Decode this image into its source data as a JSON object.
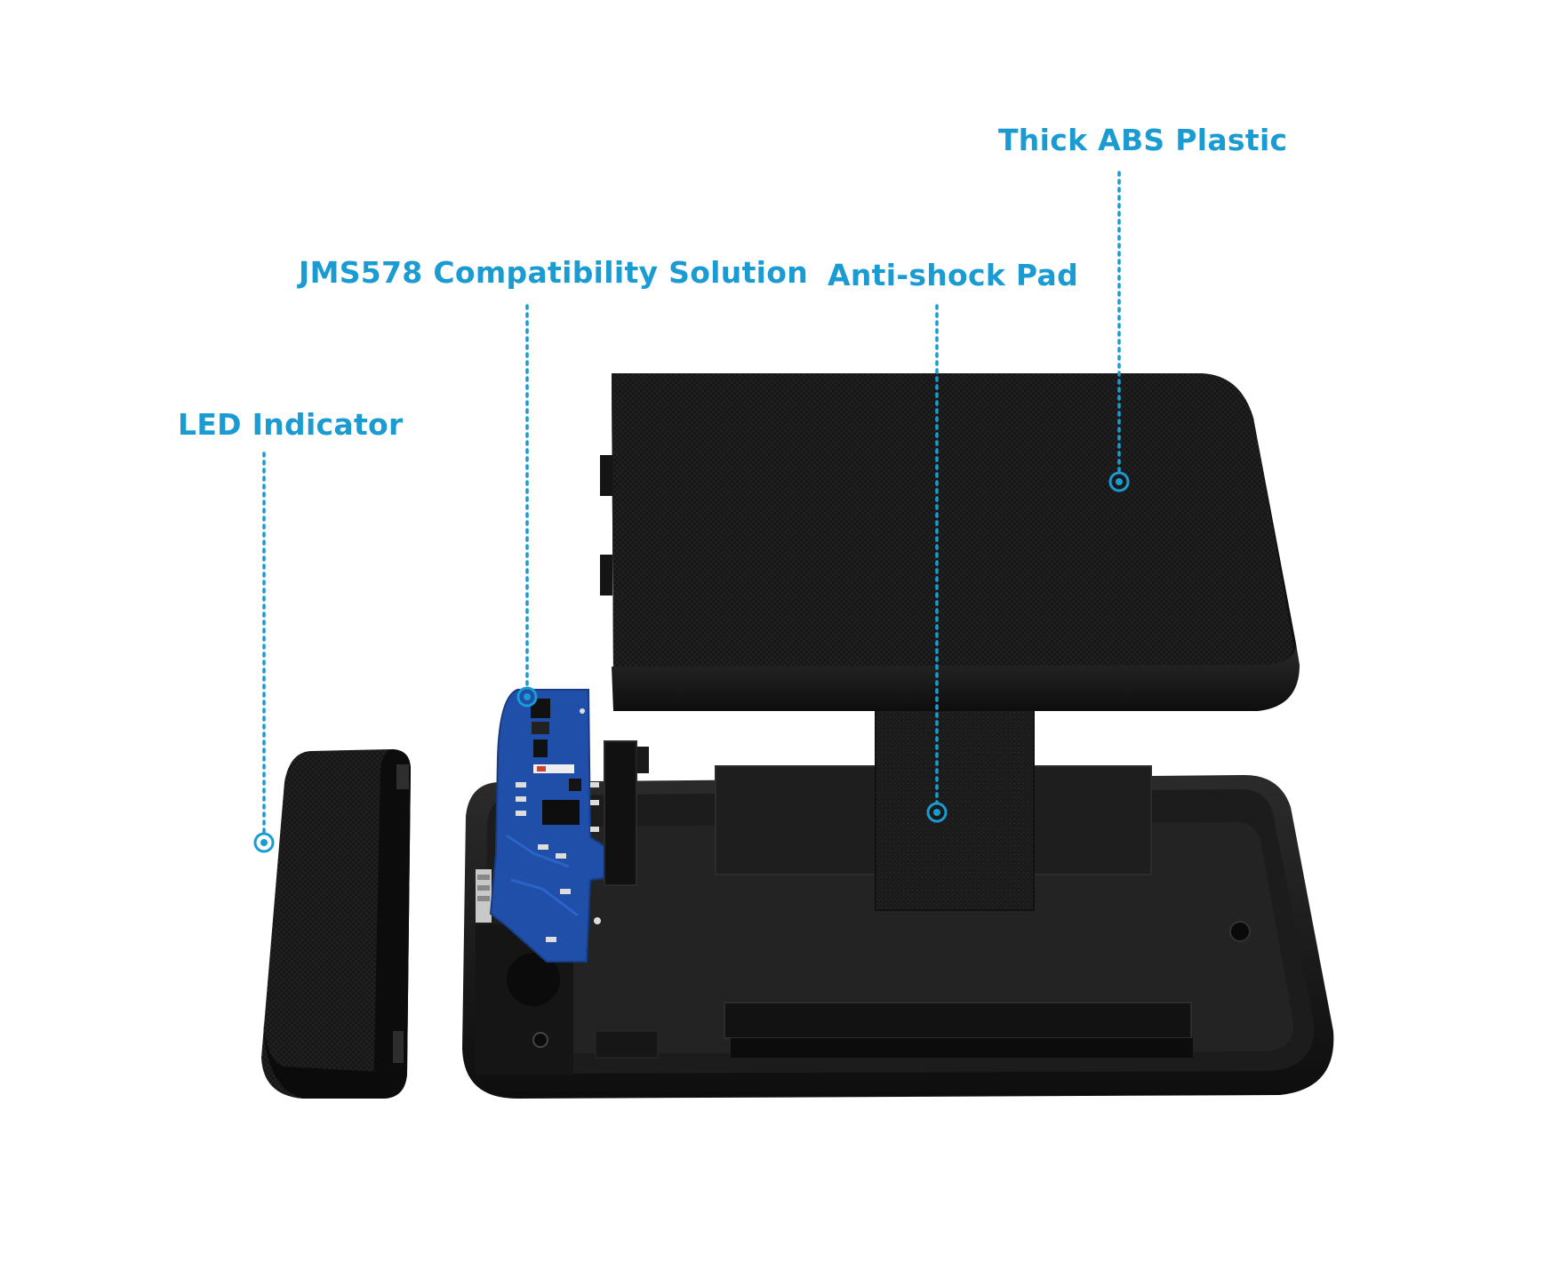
{
  "callouts": {
    "led": {
      "label": "LED Indicator"
    },
    "chipset": {
      "label": "JMS578 Compatibility Solution"
    },
    "pad": {
      "label": "Anti-shock Pad"
    },
    "shell": {
      "label": "Thick ABS Plastic"
    }
  },
  "colors": {
    "accent": "#1a9bd1",
    "case": "#1b1b1b",
    "pcb": "#1f4fa8",
    "background": "#ffffff"
  }
}
